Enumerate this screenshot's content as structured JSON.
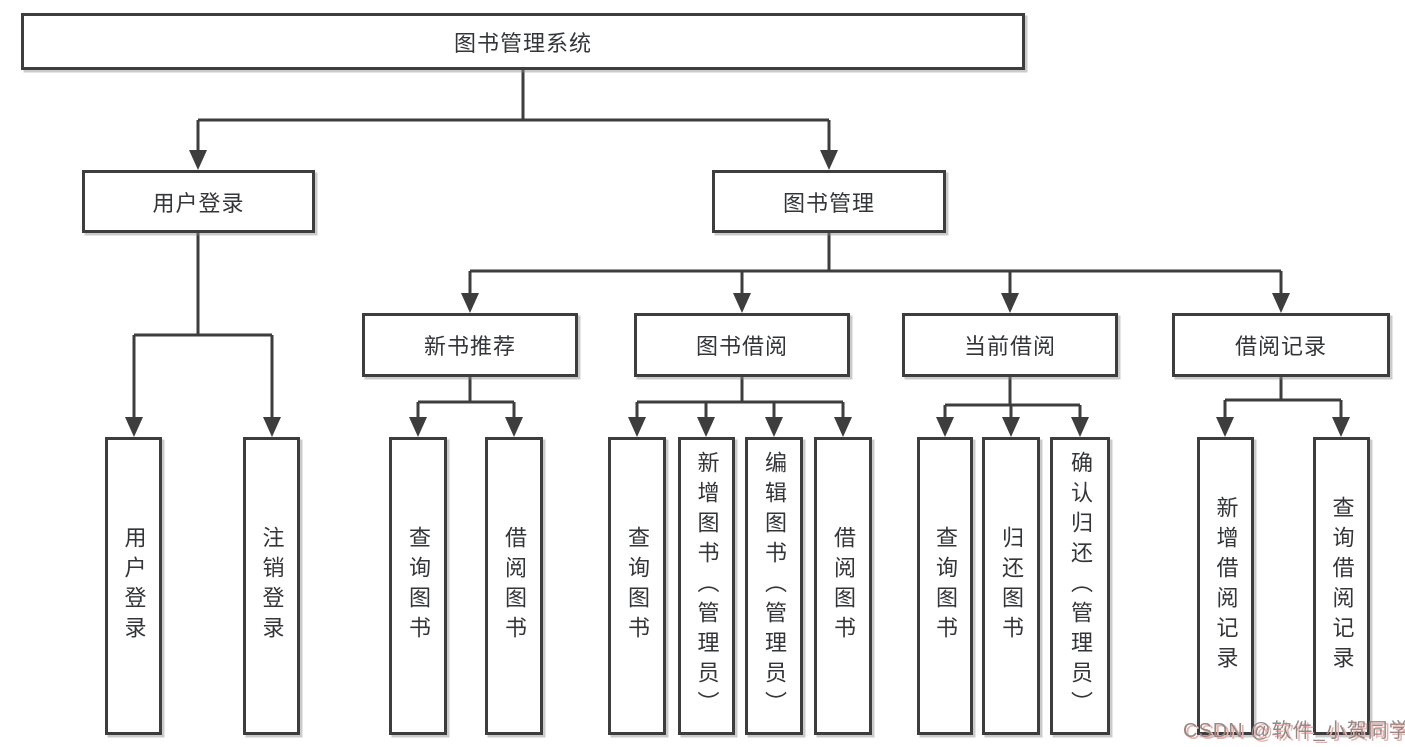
{
  "diagram_title": "图书管理系统",
  "tree": {
    "root": {
      "label": "图书管理系统"
    },
    "level2": [
      {
        "id": "user-login",
        "label": "用户登录"
      },
      {
        "id": "book-management",
        "label": "图书管理"
      }
    ],
    "level3": [
      {
        "id": "new-book-recommend",
        "label": "新书推荐",
        "parent": "图书管理"
      },
      {
        "id": "book-borrowing",
        "label": "图书借阅",
        "parent": "图书管理"
      },
      {
        "id": "current-borrowing",
        "label": "当前借阅",
        "parent": "图书管理"
      },
      {
        "id": "borrowing-records",
        "label": "借阅记录",
        "parent": "图书管理"
      }
    ],
    "leaves": [
      {
        "parent": "用户登录",
        "label": "用户登录"
      },
      {
        "parent": "用户登录",
        "label": "注销登录"
      },
      {
        "parent": "新书推荐",
        "label": "查询图书"
      },
      {
        "parent": "新书推荐",
        "label": "借阅图书"
      },
      {
        "parent": "图书借阅",
        "label": "查询图书"
      },
      {
        "parent": "图书借阅",
        "label": "新增图书（管理员）"
      },
      {
        "parent": "图书借阅",
        "label": "编辑图书（管理员）"
      },
      {
        "parent": "图书借阅",
        "label": "借阅图书"
      },
      {
        "parent": "当前借阅",
        "label": "查询图书"
      },
      {
        "parent": "当前借阅",
        "label": "归还图书"
      },
      {
        "parent": "当前借阅",
        "label": "确认归还（管理员）"
      },
      {
        "parent": "借阅记录",
        "label": "新增借阅记录"
      },
      {
        "parent": "借阅记录",
        "label": "查询借阅记录"
      }
    ]
  },
  "watermark": {
    "text": "CSDN @软件_小贺同学"
  },
  "colors": {
    "line": "#3d3d3d",
    "box_border": "#3d3d3d",
    "box_fill": "#ffffff",
    "background": "#ffffff",
    "watermark_gray": "#8c8c8c",
    "watermark_pink": "#f7a9a2"
  }
}
